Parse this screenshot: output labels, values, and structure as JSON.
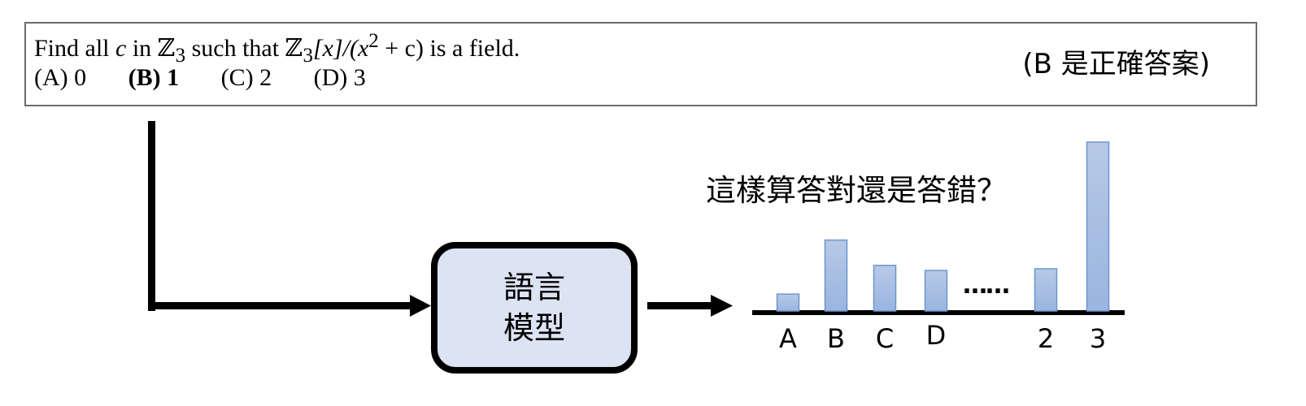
{
  "question": {
    "line1_parts": {
      "find_all": "Find all ",
      "var_c": "c",
      "in": " in ℤ",
      "sub3": "3",
      "such_that": " such that ℤ",
      "sub3b": "3",
      "bracket_x": "[x]/(x",
      "sup2": "2",
      "plus_c": " + c) is a field."
    },
    "options": [
      {
        "label": "(A) 0",
        "bold": false
      },
      {
        "label": "(B) 1",
        "bold": true
      },
      {
        "label": "(C) 2",
        "bold": false
      },
      {
        "label": "(D) 3",
        "bold": false
      }
    ],
    "answer_note": "(B 是正確答案)"
  },
  "model_box": {
    "line1": "語言",
    "line2": "模型"
  },
  "prompt_text": "這樣算答對還是答錯？",
  "ellipsis": "……",
  "colors": {
    "bar_fill_top": "#b7c9e6",
    "bar_fill_bottom": "#9ab5df",
    "bar_stroke": "#6c95cf",
    "model_box_fill": "#dce3f2"
  },
  "chart_data": {
    "type": "bar",
    "title": "",
    "xlabel": "",
    "ylabel": "",
    "categories": [
      "A",
      "B",
      "C",
      "D",
      "2",
      "3"
    ],
    "values": [
      0.1,
      0.42,
      0.27,
      0.24,
      0.25,
      1.0
    ],
    "gap_after_index": 3,
    "gap_label": "……",
    "ylim": [
      0,
      1.0
    ],
    "grid": false,
    "legend": "none"
  }
}
